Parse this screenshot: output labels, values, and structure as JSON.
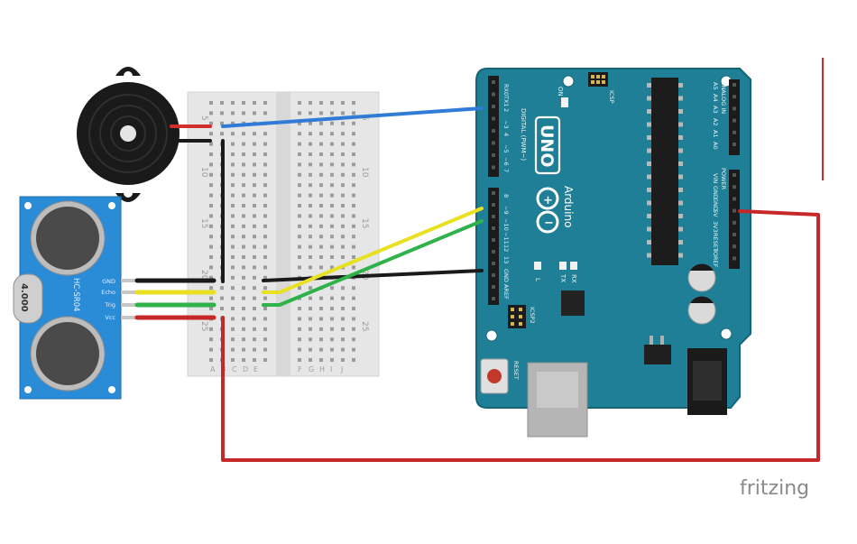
{
  "components": {
    "buzzer": {
      "name": "piezo-buzzer"
    },
    "breadboard": {
      "row_labels": [
        "5",
        "10",
        "15",
        "20",
        "25"
      ],
      "column_letters": [
        "A",
        "B",
        "C",
        "D",
        "E",
        "F",
        "G",
        "H",
        "I",
        "J"
      ]
    },
    "sensor": {
      "model": "HC-SR04",
      "crystal": "4.000",
      "pins": [
        "GND",
        "Echo",
        "Trig",
        "Vcc"
      ]
    },
    "arduino": {
      "logo": "UNO",
      "brand": "Arduino",
      "digital_header": "DIGITAL (PWM~)",
      "digital_pins_top": [
        "RX0",
        "TX1",
        "2",
        "~3",
        "4",
        "~5",
        "~6",
        "7"
      ],
      "digital_pins_bottom": [
        "8",
        "~9",
        "~10",
        "~11",
        "12",
        "13",
        "GND",
        "AREF"
      ],
      "analog_header": "ANALOG IN",
      "analog_pins": [
        "A5",
        "A4",
        "A3",
        "A2",
        "A1",
        "A0"
      ],
      "power_header": "POWER",
      "power_pins": [
        "VIN",
        "GND",
        "GND",
        "5V",
        "3V3",
        "RESET",
        "IOREF"
      ],
      "labels": {
        "on": "ON",
        "icsp": "ICSP",
        "icsp2": "ICSP2",
        "reset": "RESET",
        "l": "L",
        "tx": "TX",
        "rx": "RX"
      }
    }
  },
  "wires": [
    {
      "name": "buzzer-to-pin-2",
      "color": "#2f7bd6"
    },
    {
      "name": "buzzer-gnd-rail",
      "color": "#1a1a1a"
    },
    {
      "name": "sensor-gnd",
      "color": "#1a1a1a"
    },
    {
      "name": "sensor-echo-to-pin-9",
      "color": "#e8e020"
    },
    {
      "name": "sensor-trig-to-pin-10",
      "color": "#2fb24a"
    },
    {
      "name": "sensor-vcc-to-5v",
      "color": "#c62828"
    }
  ],
  "colors": {
    "board": "#1f7f96",
    "board_edge": "#156476",
    "breadboard": "#e3e3e3",
    "sensor": "#2a8bd6",
    "buzzer": "#1a1a1a"
  },
  "watermark": "fritzing"
}
